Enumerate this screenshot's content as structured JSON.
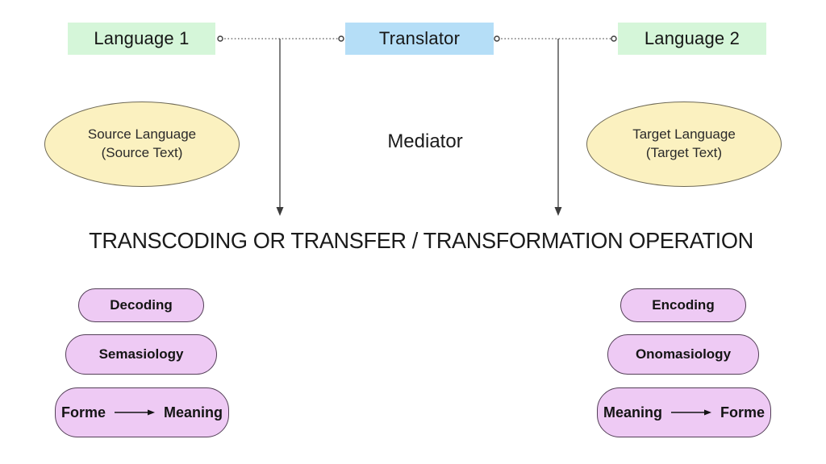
{
  "diagram": {
    "top_row": {
      "language1_label": "Language 1",
      "translator_label": "Translator",
      "language2_label": "Language 2"
    },
    "ellipses": {
      "source": {
        "line1": "Source Language",
        "line2": "(Source Text)"
      },
      "target": {
        "line1": "Target Language",
        "line2": "(Target Text)"
      }
    },
    "mediator_label": "Mediator",
    "operation_heading": "TRANSCODING OR TRANSFER / TRANSFORMATION OPERATION",
    "pills": {
      "left": [
        {
          "label": "Decoding"
        },
        {
          "label": "Semasiology"
        },
        {
          "from": "Forme",
          "to": "Meaning"
        }
      ],
      "right": [
        {
          "label": "Encoding"
        },
        {
          "label": "Onomasiology"
        },
        {
          "from": "Meaning",
          "to": "Forme"
        }
      ]
    },
    "colors": {
      "background": "#ffffff",
      "language_box_bg": "#d5f6d9",
      "translator_box_bg": "#b5def7",
      "ellipse_bg": "#fbf1c0",
      "ellipse_border": "#6f6a56",
      "pill_bg": "#eecaf4",
      "pill_border": "#533f57",
      "text": "#1c1c1c",
      "connector": "#555555"
    }
  }
}
